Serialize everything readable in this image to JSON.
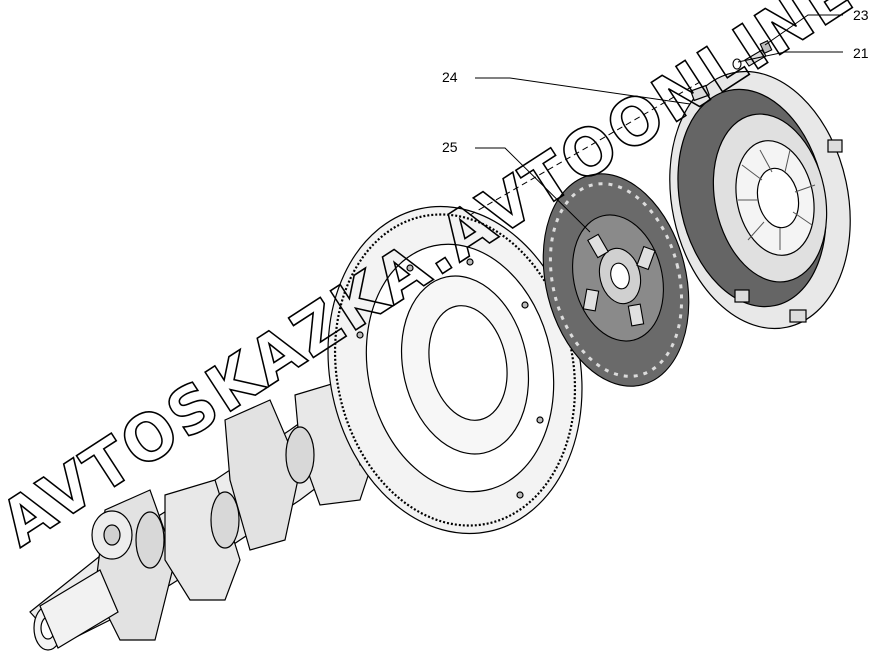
{
  "diagram": {
    "title": "",
    "callouts": [
      {
        "id": "23",
        "label": "23"
      },
      {
        "id": "21",
        "label": "21"
      },
      {
        "id": "24",
        "label": "24"
      },
      {
        "id": "25",
        "label": "25"
      }
    ]
  },
  "watermark": {
    "text": "AVTOSKAZKA.AVTOONLINE"
  },
  "colors": {
    "line": "#000000",
    "part_fill": "#e6e6e6",
    "dark_fill": "#5f5f5f",
    "background": "#ffffff"
  }
}
